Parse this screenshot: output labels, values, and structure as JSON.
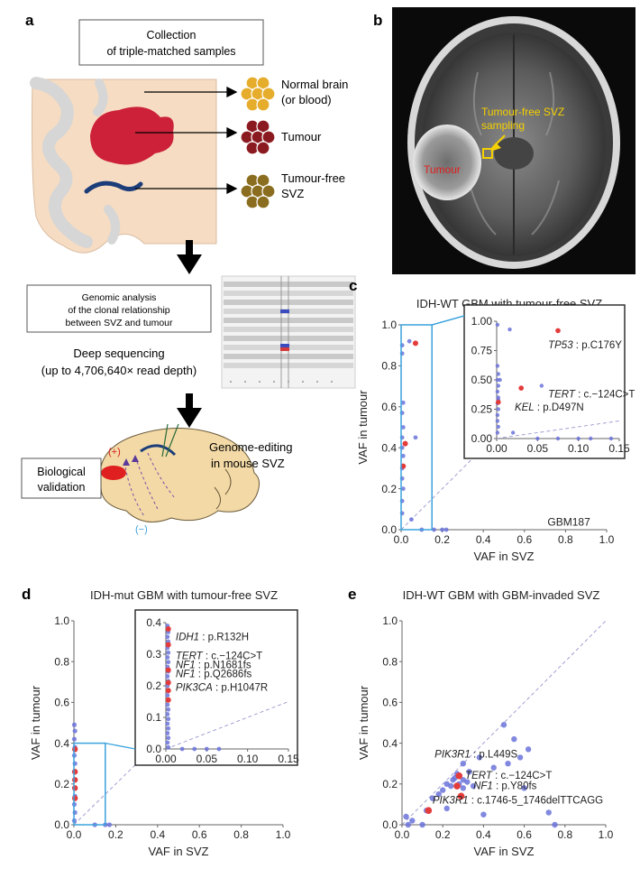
{
  "colors": {
    "blue_point": "#6b73d9",
    "red_point": "#e43b3b",
    "guide_line": "#3aa2dd",
    "tumour_red": "#c8102e",
    "normal_gold": "#e6ac2b",
    "svz_olive": "#8a6d1e",
    "brain_bg": "#f6dcc2",
    "mouse_brain": "#f2d9a6"
  },
  "panel_a": {
    "letter": "a",
    "collection_line1": "Collection",
    "collection_line2": "of triple-matched samples",
    "normal_line1": "Normal brain",
    "normal_line2": "(or blood)",
    "tumour_label": "Tumour",
    "svz_line1": "Tumour-free",
    "svz_line2": "SVZ",
    "genomic_line1": "Genomic analysis",
    "genomic_line2": "of the clonal relationship",
    "genomic_line3": "between SVZ and tumour",
    "deep_line1": "Deep sequencing",
    "deep_line2": "(up to 4,706,640× read depth)",
    "genome_edit_line1": "Genome-editing",
    "genome_edit_line2": "in mouse SVZ",
    "bio_line1": "Biological",
    "bio_line2": "validation",
    "plus_label": "(+)",
    "minus_label": "(−)"
  },
  "panel_b": {
    "letter": "b",
    "svz_sampling_line1": "Tumour-free SVZ",
    "svz_sampling_line2": "sampling",
    "tumour_label": "Tumour"
  },
  "panel_c": {
    "letter": "c"
  },
  "panel_d": {
    "letter": "d"
  },
  "panel_e": {
    "letter": "e"
  },
  "chart_data": [
    {
      "id": "c-main",
      "type": "scatter",
      "title": "IDH-WT GBM with tumour-free SVZ",
      "xlabel": "VAF in SVZ",
      "ylabel": "VAF in tumour",
      "xlim": [
        0,
        1
      ],
      "ylim": [
        0,
        1
      ],
      "xticks": [
        "0.0",
        "0.2",
        "0.4",
        "0.6",
        "0.8",
        "1.0"
      ],
      "yticks": [
        "0.0",
        "0.2",
        "0.4",
        "0.6",
        "0.8",
        "1.0"
      ],
      "annotations": [
        {
          "text": "GBM187",
          "x": 0.92,
          "y": 0.02
        }
      ],
      "zoom_box": {
        "x": [
          0,
          0.15
        ],
        "y": [
          0,
          1
        ]
      },
      "diagonal": true,
      "blue": [
        [
          0.005,
          0.9
        ],
        [
          0.005,
          0.86
        ],
        [
          0.01,
          0.62
        ],
        [
          0.005,
          0.57
        ],
        [
          0.01,
          0.5
        ],
        [
          0.005,
          0.45
        ],
        [
          0.005,
          0.4
        ],
        [
          0.01,
          0.36
        ],
        [
          0.005,
          0.3
        ],
        [
          0.005,
          0.25
        ],
        [
          0.01,
          0.2
        ],
        [
          0.005,
          0.14
        ],
        [
          0.005,
          0.08
        ],
        [
          0.04,
          0.92
        ],
        [
          0.07,
          0.45
        ],
        [
          0.05,
          0.05
        ],
        [
          0.1,
          0.0
        ],
        [
          0.16,
          0.0
        ],
        [
          0.2,
          0.0
        ],
        [
          0.22,
          0.0
        ]
      ],
      "red": [
        [
          0.07,
          0.91
        ],
        [
          0.02,
          0.42
        ],
        [
          0.01,
          0.31
        ]
      ]
    },
    {
      "id": "c-inset",
      "type": "scatter",
      "xlim": [
        0,
        0.15
      ],
      "ylim": [
        0,
        1
      ],
      "xticks": [
        "0.00",
        "0.05",
        "0.10",
        "0.15"
      ],
      "yticks": [
        "0.00",
        "0.25",
        "0.50",
        "0.75",
        "1.00"
      ],
      "diagonal": true,
      "annotations": [
        {
          "gene": "TP53",
          "text": " : p.C176Y",
          "x": 0.063,
          "y": 0.77
        },
        {
          "gene": "TERT",
          "text": " : c.−124C>T",
          "x": 0.063,
          "y": 0.35
        },
        {
          "gene": "KEL",
          "text": " : p.D497N",
          "x": 0.022,
          "y": 0.24
        }
      ],
      "blue": [
        [
          0.001,
          0.97
        ],
        [
          0.001,
          0.62
        ],
        [
          0.002,
          0.55
        ],
        [
          0.001,
          0.5
        ],
        [
          0.002,
          0.45
        ],
        [
          0.001,
          0.4
        ],
        [
          0.002,
          0.35
        ],
        [
          0.001,
          0.3
        ],
        [
          0.002,
          0.25
        ],
        [
          0.001,
          0.2
        ],
        [
          0.001,
          0.15
        ],
        [
          0.002,
          0.1
        ],
        [
          0.001,
          0.05
        ],
        [
          0.004,
          0.5
        ],
        [
          0.002,
          0.33
        ],
        [
          0.016,
          0.93
        ],
        [
          0.055,
          0.45
        ],
        [
          0.02,
          0.05
        ],
        [
          0.05,
          0.0
        ],
        [
          0.075,
          0.0
        ],
        [
          0.1,
          0.0
        ],
        [
          0.115,
          0.0
        ],
        [
          0.14,
          0.0
        ]
      ],
      "red": [
        [
          0.075,
          0.92
        ],
        [
          0.03,
          0.43
        ],
        [
          0.002,
          0.31
        ]
      ]
    },
    {
      "id": "d-main",
      "type": "scatter",
      "title": "IDH-mut GBM with tumour-free SVZ",
      "xlabel": "VAF in SVZ",
      "ylabel": "VAF in tumour",
      "xlim": [
        0,
        1
      ],
      "ylim": [
        0,
        1
      ],
      "xticks": [
        "0.0",
        "0.2",
        "0.4",
        "0.6",
        "0.8",
        "1.0"
      ],
      "yticks": [
        "0.0",
        "0.2",
        "0.4",
        "0.6",
        "0.8",
        "1.0"
      ],
      "zoom_box": {
        "x": [
          0,
          0.15
        ],
        "y": [
          0,
          0.4
        ]
      },
      "diagonal": true,
      "blue": [
        [
          0.002,
          0.49
        ],
        [
          0.005,
          0.46
        ],
        [
          0.002,
          0.42
        ],
        [
          0.005,
          0.38
        ],
        [
          0.002,
          0.34
        ],
        [
          0.005,
          0.3
        ],
        [
          0.002,
          0.26
        ],
        [
          0.005,
          0.22
        ],
        [
          0.002,
          0.18
        ],
        [
          0.005,
          0.14
        ],
        [
          0.002,
          0.1
        ],
        [
          0.005,
          0.06
        ],
        [
          0.002,
          0.02
        ],
        [
          0.1,
          0.0
        ],
        [
          0.15,
          0.0
        ],
        [
          0.17,
          0.0
        ]
      ],
      "red": [
        [
          0.005,
          0.37
        ],
        [
          0.005,
          0.26
        ],
        [
          0.005,
          0.22
        ],
        [
          0.005,
          0.18
        ],
        [
          0.005,
          0.13
        ]
      ]
    },
    {
      "id": "d-inset",
      "type": "scatter",
      "xlim": [
        0,
        0.15
      ],
      "ylim": [
        0,
        0.4
      ],
      "xticks": [
        "0.00",
        "0.05",
        "0.10",
        "0.15"
      ],
      "yticks": [
        "0.0",
        "0.1",
        "0.2",
        "0.3",
        "0.4"
      ],
      "diagonal": true,
      "annotations": [
        {
          "gene": "IDH1",
          "text": " : p.R132H",
          "x": 0.012,
          "y": 0.345
        },
        {
          "gene": "TERT",
          "text": " : c.−124C>T",
          "x": 0.012,
          "y": 0.285
        },
        {
          "gene": "NF1",
          "text": " : p.N1681fs",
          "x": 0.012,
          "y": 0.256
        },
        {
          "gene": "NF1",
          "text": " : p.Q2686fs",
          "x": 0.012,
          "y": 0.227
        },
        {
          "gene": "PIK3CA",
          "text": " : p.H1047R",
          "x": 0.012,
          "y": 0.185
        }
      ],
      "blue": [
        [
          0.002,
          0.39
        ],
        [
          0.003,
          0.37
        ],
        [
          0.002,
          0.355
        ],
        [
          0.003,
          0.34
        ],
        [
          0.002,
          0.32
        ],
        [
          0.003,
          0.305
        ],
        [
          0.002,
          0.29
        ],
        [
          0.003,
          0.275
        ],
        [
          0.002,
          0.26
        ],
        [
          0.003,
          0.245
        ],
        [
          0.002,
          0.23
        ],
        [
          0.003,
          0.215
        ],
        [
          0.002,
          0.2
        ],
        [
          0.003,
          0.185
        ],
        [
          0.002,
          0.17
        ],
        [
          0.003,
          0.155
        ],
        [
          0.002,
          0.14
        ],
        [
          0.003,
          0.125
        ],
        [
          0.002,
          0.11
        ],
        [
          0.003,
          0.095
        ],
        [
          0.002,
          0.08
        ],
        [
          0.003,
          0.065
        ],
        [
          0.002,
          0.05
        ],
        [
          0.003,
          0.035
        ],
        [
          0.002,
          0.02
        ],
        [
          0.003,
          0.005
        ],
        [
          0.02,
          0.0
        ],
        [
          0.035,
          0.0
        ],
        [
          0.05,
          0.0
        ],
        [
          0.065,
          0.0
        ]
      ],
      "red": [
        [
          0.003,
          0.38
        ],
        [
          0.003,
          0.33
        ],
        [
          0.003,
          0.25
        ],
        [
          0.003,
          0.21
        ],
        [
          0.003,
          0.185
        ],
        [
          0.003,
          0.155
        ]
      ]
    },
    {
      "id": "e-main",
      "type": "scatter",
      "title": "IDH-WT GBM with GBM-invaded SVZ",
      "xlabel": "VAF in SVZ",
      "ylabel": "VAF in tumour",
      "xlim": [
        0,
        1
      ],
      "ylim": [
        0,
        1
      ],
      "xticks": [
        "0.0",
        "0.2",
        "0.4",
        "0.6",
        "0.8",
        "1.0"
      ],
      "yticks": [
        "0.0",
        "0.2",
        "0.4",
        "0.6",
        "0.8",
        "1.0"
      ],
      "diagonal": true,
      "annotations": [
        {
          "gene": "PIK3R1",
          "text": " : p.L449S",
          "x": 0.16,
          "y": 0.33
        },
        {
          "gene": "TERT",
          "text": " : c.−124C>T",
          "x": 0.31,
          "y": 0.225
        },
        {
          "gene": "NF1",
          "text": " : p.Y80fs",
          "x": 0.35,
          "y": 0.175
        },
        {
          "gene": "PIK3R1",
          "text": " : c.1746-5_1746delTTCAGG",
          "x": 0.15,
          "y": 0.105
        }
      ],
      "blue": [
        [
          0.5,
          0.49
        ],
        [
          0.55,
          0.42
        ],
        [
          0.62,
          0.37
        ],
        [
          0.58,
          0.33
        ],
        [
          0.45,
          0.28
        ],
        [
          0.52,
          0.3
        ],
        [
          0.38,
          0.33
        ],
        [
          0.3,
          0.3
        ],
        [
          0.27,
          0.25
        ],
        [
          0.25,
          0.22
        ],
        [
          0.22,
          0.2
        ],
        [
          0.3,
          0.22
        ],
        [
          0.28,
          0.2
        ],
        [
          0.32,
          0.21
        ],
        [
          0.26,
          0.23
        ],
        [
          0.24,
          0.19
        ],
        [
          0.3,
          0.18
        ],
        [
          0.35,
          0.19
        ],
        [
          0.33,
          0.26
        ],
        [
          0.2,
          0.17
        ],
        [
          0.18,
          0.15
        ],
        [
          0.15,
          0.13
        ],
        [
          0.12,
          0.07
        ],
        [
          0.1,
          0.0
        ],
        [
          0.03,
          0.0
        ],
        [
          0.02,
          0.04
        ],
        [
          0.6,
          0.18
        ],
        [
          0.72,
          0.06
        ],
        [
          0.75,
          0.0
        ],
        [
          0.4,
          0.05
        ],
        [
          0.22,
          0.08
        ],
        [
          0.05,
          0.02
        ]
      ],
      "red": [
        [
          0.28,
          0.24
        ],
        [
          0.27,
          0.19
        ],
        [
          0.29,
          0.14
        ],
        [
          0.13,
          0.07
        ]
      ]
    }
  ]
}
